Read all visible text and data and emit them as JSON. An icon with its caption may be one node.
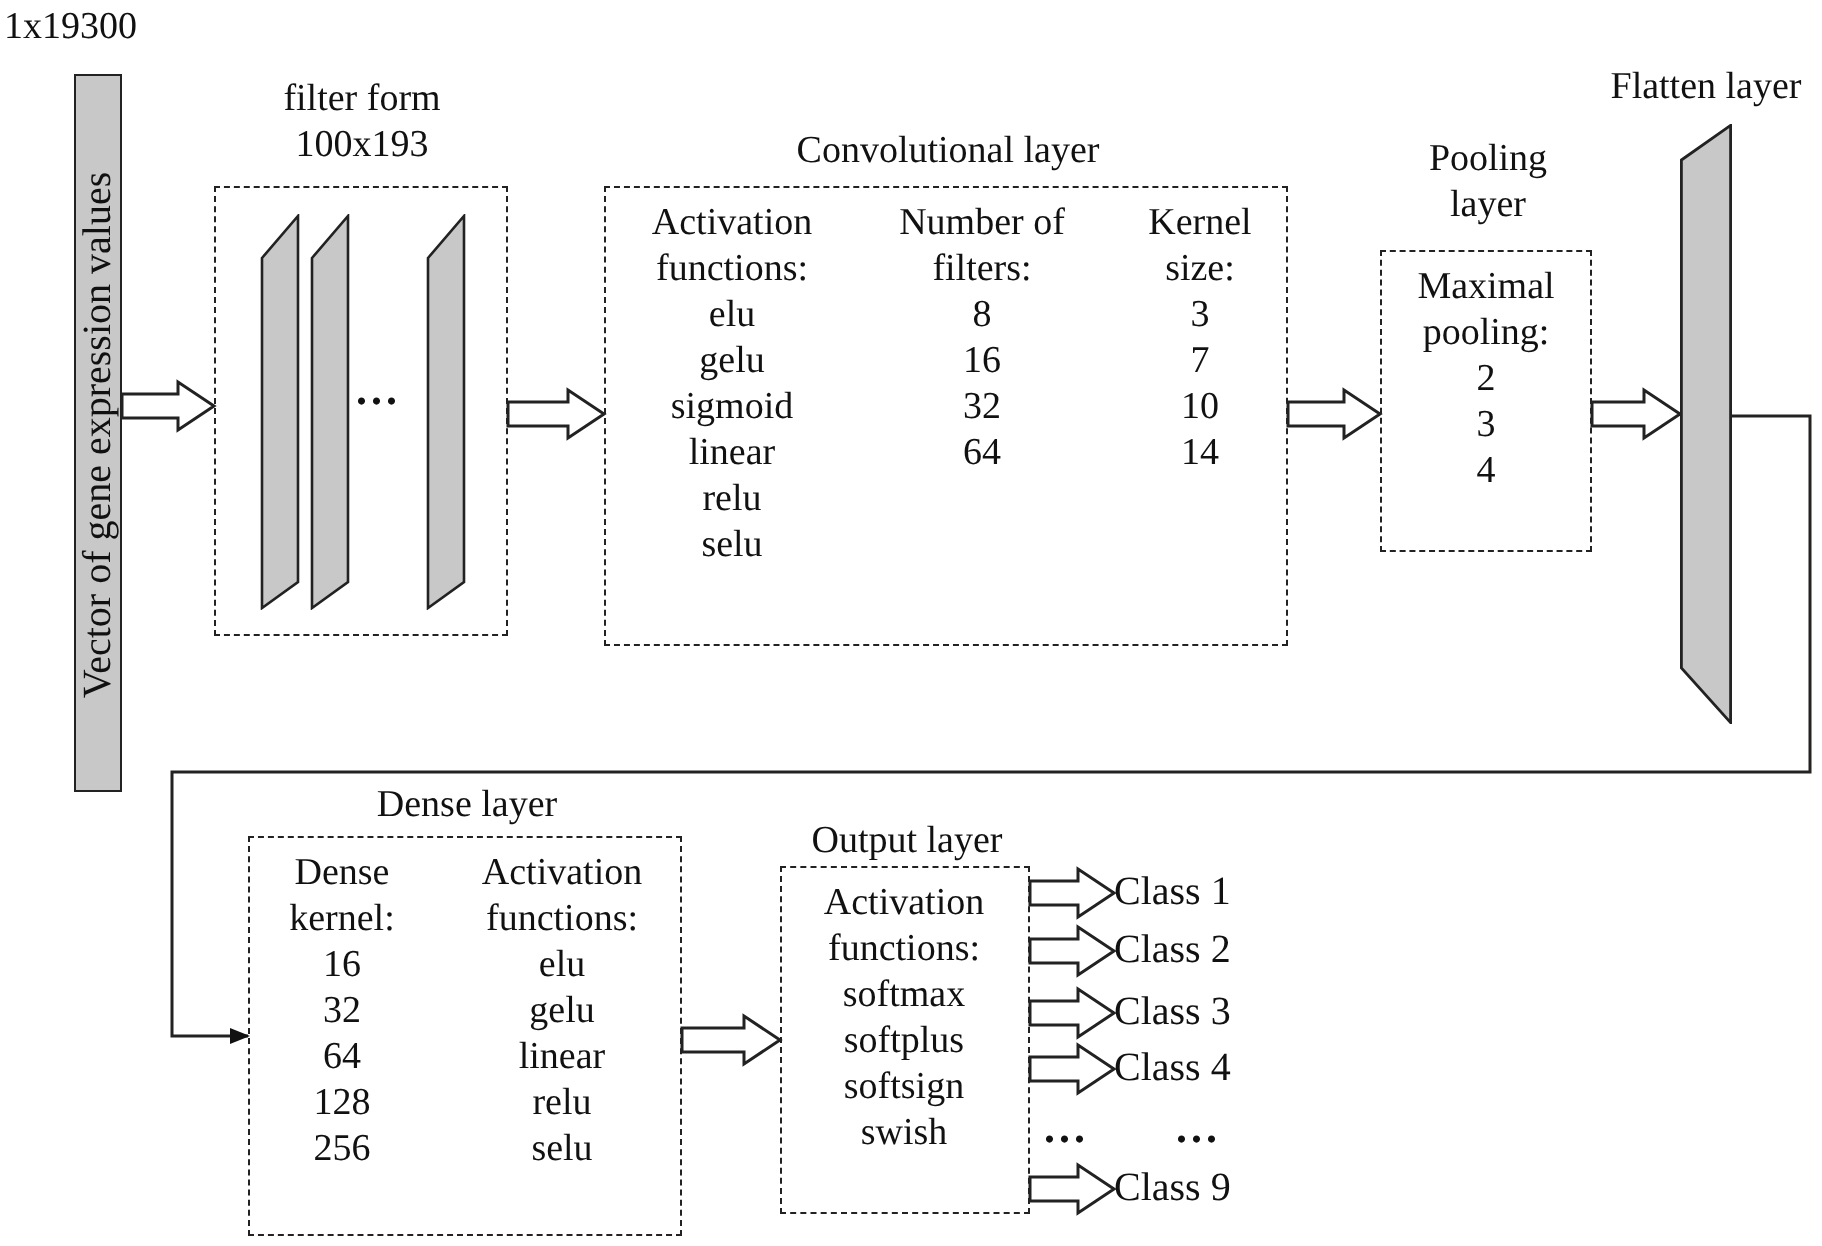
{
  "diagram": {
    "nodes": [
      {
        "text": [
          "Vector of gene expression values"
        ],
        "beside": [
          "1x19300"
        ]
      },
      {
        "text": [
          "filter form 100x193"
        ]
      },
      {
        "text": [
          "Convolutional layer",
          "Activation functions:",
          "elu",
          "gelu",
          "sigmoid",
          "linear",
          "relu",
          "selu",
          "Number of filters:",
          "8",
          "16",
          "32",
          "64",
          "Kernel size:",
          "3",
          "7",
          "10",
          "14"
        ]
      },
      {
        "text": [
          "Pooling layer",
          "Maximal pooling:",
          "2",
          "3",
          "4"
        ]
      },
      {
        "text": [
          "Flatten layer"
        ]
      },
      {
        "text": [
          "Dense layer",
          "Dense kernel:",
          "16",
          "32",
          "64",
          "128",
          "256",
          "Activation functions:",
          "elu",
          "gelu",
          "linear",
          "relu",
          "selu"
        ]
      },
      {
        "text": [
          "Output layer",
          "Activation functions:",
          "softmax",
          "softplus",
          "softsign",
          "swish"
        ]
      },
      {
        "text": [
          "Class 1"
        ]
      },
      {
        "text": [
          "Class 2"
        ]
      },
      {
        "text": [
          "Class 3"
        ]
      },
      {
        "text": [
          "Class 4"
        ]
      },
      {
        "text": [
          "Class 9"
        ]
      }
    ],
    "edges": [
      {
        "from": 0,
        "to": 1,
        "arrow": "to"
      },
      {
        "from": 1,
        "to": 2,
        "arrow": "to"
      },
      {
        "from": 2,
        "to": 3,
        "arrow": "to"
      },
      {
        "from": 3,
        "to": 4,
        "arrow": "to"
      },
      {
        "from": 4,
        "to": 5,
        "arrow": "to"
      },
      {
        "from": 5,
        "to": 6,
        "arrow": "to"
      },
      {
        "from": 6,
        "to": 7,
        "arrow": "to"
      },
      {
        "from": 6,
        "to": 8,
        "arrow": "to"
      },
      {
        "from": 6,
        "to": 9,
        "arrow": "to"
      },
      {
        "from": 6,
        "to": 10,
        "arrow": "to"
      },
      {
        "from": 6,
        "to": 11,
        "arrow": "to"
      }
    ],
    "labels": [
      "...",
      "...",
      "..."
    ]
  }
}
